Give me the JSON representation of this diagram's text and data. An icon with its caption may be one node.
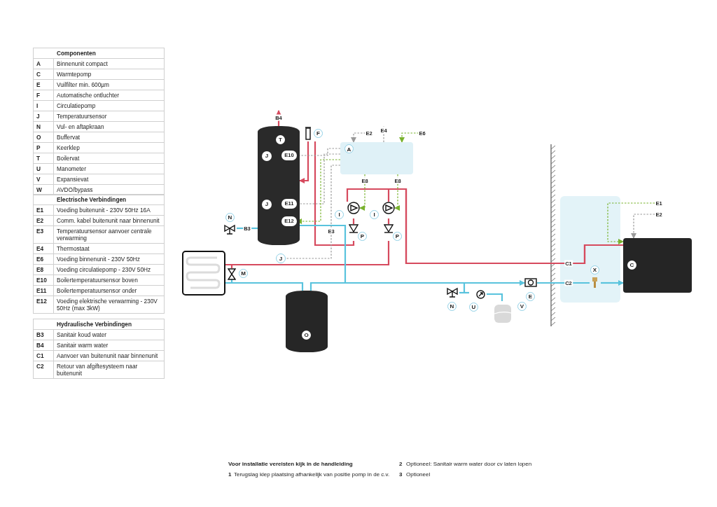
{
  "diagram": {
    "nodes": [
      {
        "text": [],
        "shape": "cylinder"
      },
      {
        "text": [
          "J"
        ],
        "in": 0
      },
      {
        "text": [
          "E10"
        ],
        "in": 0
      },
      {
        "text": [
          "J"
        ],
        "in": 0
      },
      {
        "text": [
          "E11"
        ],
        "in": 0
      },
      {
        "text": [
          "E12"
        ],
        "in": 0
      },
      {
        "text": [
          "F"
        ]
      },
      {
        "text": [],
        "shape": "box"
      },
      {
        "text": [
          "I"
        ]
      },
      {
        "text": [
          "P"
        ]
      },
      {
        "text": [
          "I"
        ]
      },
      {
        "text": [
          "P"
        ]
      },
      {
        "text": [
          "N"
        ]
      },
      {
        "text": [],
        "shape": "picture"
      },
      {
        "text": [
          "M"
        ]
      },
      {
        "text": [],
        "shape": "cylinder"
      },
      {
        "text": [
          "J"
        ]
      },
      {
        "text": [
          "N"
        ]
      },
      {
        "text": [
          "U"
        ]
      },
      {
        "text": [
          "V"
        ]
      },
      {
        "text": [
          "E"
        ]
      },
      {
        "text": [
          "X"
        ]
      },
      {
        "text": [],
        "shape": "box"
      },
      {
        "text": [
          "T"
        ],
        "in": 0
      },
      {
        "text": [
          "O"
        ],
        "in": 15
      },
      {
        "text": [
          "C"
        ],
        "in": 22
      },
      {
        "text": [
          "A"
        ],
        "in": 7
      }
    ],
    "edges": [
      {
        "from": 22,
        "to": 8,
        "arrow": "none",
        "label": "C1",
        "color": "#d64a5e"
      },
      {
        "from": 22,
        "to": 10,
        "arrow": "none",
        "color": "#d64a5e"
      },
      {
        "from": 8,
        "to": 9,
        "arrow": "none",
        "color": "#d64a5e"
      },
      {
        "from": 9,
        "to": 6,
        "arrow": "none",
        "color": "#d64a5e"
      },
      {
        "from": 6,
        "to": 0,
        "arrow": "to",
        "color": "#d64a5e"
      },
      {
        "from": 10,
        "to": 11,
        "arrow": "none",
        "color": "#d64a5e"
      },
      {
        "from": 11,
        "to": 13,
        "arrow": "none",
        "color": "#d64a5e"
      },
      {
        "from": 13,
        "to": 15,
        "arrow": "none",
        "color": "#59c3dd"
      },
      {
        "from": 15,
        "to": 20,
        "arrow": "none",
        "color": "#59c3dd"
      },
      {
        "from": 0,
        "to": 20,
        "arrow": "to",
        "color": "#59c3dd"
      },
      {
        "from": 20,
        "to": 21,
        "arrow": "none",
        "label": "C2",
        "color": "#59c3dd"
      },
      {
        "from": 21,
        "to": 22,
        "arrow": "to",
        "color": "#59c3dd"
      },
      {
        "from": 12,
        "to": 0,
        "arrow": "none",
        "label": "B3",
        "color": "#59c3dd"
      },
      {
        "from": 0,
        "to": null,
        "arrow": "to",
        "label": "B4",
        "color": "#d64a5e"
      },
      {
        "from": 17,
        "to": 18,
        "arrow": "none",
        "color": "#59c3dd"
      },
      {
        "from": 18,
        "to": 19,
        "arrow": "none",
        "color": "#59c3dd"
      },
      {
        "from": null,
        "to": 7,
        "arrow": "to",
        "label": "E2",
        "style": "dashed",
        "color": "#9a9a9a"
      },
      {
        "from": 7,
        "to": null,
        "arrow": "none",
        "label": "E4",
        "style": "dashed",
        "color": "#9a9a9a"
      },
      {
        "from": null,
        "to": 7,
        "arrow": "to",
        "label": "E6",
        "style": "dashed",
        "color": "#79b22e"
      },
      {
        "from": 7,
        "to": 2,
        "arrow": "none",
        "style": "dashed",
        "color": "#9a9a9a"
      },
      {
        "from": 7,
        "to": 4,
        "arrow": "none",
        "style": "dashed",
        "color": "#9a9a9a"
      },
      {
        "from": 7,
        "to": 5,
        "arrow": "to",
        "style": "dashed",
        "color": "#79b22e"
      },
      {
        "from": 7,
        "to": 16,
        "arrow": "none",
        "label": "E3",
        "style": "dashed",
        "color": "#9a9a9a"
      },
      {
        "from": 7,
        "to": 8,
        "arrow": "to",
        "label": "E8",
        "style": "dashed",
        "color": "#79b22e"
      },
      {
        "from": 7,
        "to": 10,
        "arrow": "to",
        "label": "E8",
        "style": "dashed",
        "color": "#79b22e"
      },
      {
        "from": null,
        "to": 22,
        "arrow": "to",
        "label": "E1",
        "style": "dashed",
        "color": "#79b22e"
      },
      {
        "from": null,
        "to": 22,
        "arrow": "to",
        "label": "E2",
        "style": "dashed",
        "color": "#9a9a9a"
      }
    ],
    "labels": [
      "Componenten",
      "A",
      "Binnenunit compact",
      "C",
      "Warmtepomp",
      "E",
      "Vuilfilter min. 600µm",
      "F",
      "Automatische ontluchter",
      "I",
      "Circulatiepomp",
      "J",
      "Temperatuursensor",
      "N",
      "Vul- en aftapkraan",
      "O",
      "Buffervat",
      "P",
      "Keerklep",
      "T",
      "Boilervat",
      "U",
      "Manometer",
      "V",
      "Expansievat",
      "W",
      "AVDO/bypass",
      "Electrische Verbindingen",
      "E1",
      "Voeding buitenunit - 230V 50Hz 16A",
      "E2",
      "Comm. kabel buitenunit naar binnenunit",
      "E3",
      "Temperatuursensor aanvoer centrale verwarming",
      "E4",
      "Thermostaat",
      "E6",
      "Voeding binnenunit - 230V 50Hz",
      "E8",
      "Voeding circulatiepomp - 230V 50Hz",
      "E10",
      "Boilertemperatuursensor boven",
      "E11",
      "Boilertemperatuursensor onder",
      "E12",
      "Voeding elektrische verwarming - 230V 50Hz (max 3kW)",
      "Hydraulische Verbindingen",
      "B3",
      "Sanitair koud water",
      "B4",
      "Sanitair warm water",
      "C1",
      "Aanvoer van buitenunit naar binnenunit",
      "C2",
      "Retour van afgiftesysteem naar buitenunit",
      "Voor installatie vereisten kijk in de handleiding",
      "2",
      "Optioneel: Sanitair warm water door cv laten lopen",
      "1",
      "Terugslag klep plaatsing afhankelijk van positie pomp in de c.v.",
      "3",
      "Optioneel"
    ]
  }
}
